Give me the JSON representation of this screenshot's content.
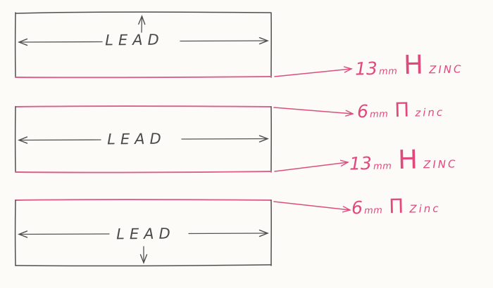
{
  "diagram": {
    "title_hint": "hand-drawn cross-section sketch of three lead bars with zinc strip edges",
    "bars": [
      {
        "label": "LEAD",
        "zinc_edges": [
          "bottom"
        ]
      },
      {
        "label": "LEAD",
        "zinc_edges": [
          "top",
          "bottom"
        ]
      },
      {
        "label": "LEAD",
        "zinc_edges": [
          "top"
        ]
      }
    ],
    "annotations": [
      {
        "value": "13",
        "unit": "mm",
        "shape": "H",
        "material": "ZINC"
      },
      {
        "value": "6",
        "unit": "mm",
        "shape": "Π",
        "material": "zinc"
      },
      {
        "value": "13",
        "unit": "mm",
        "shape": "H",
        "material": "ZINC"
      },
      {
        "value": "6",
        "unit": "mm",
        "shape": "Π",
        "material": "Zinc"
      }
    ],
    "colors": {
      "ink": "#4f4f4f",
      "zinc_pink": "#dc4f7d",
      "background": "#fcfbf8"
    }
  }
}
